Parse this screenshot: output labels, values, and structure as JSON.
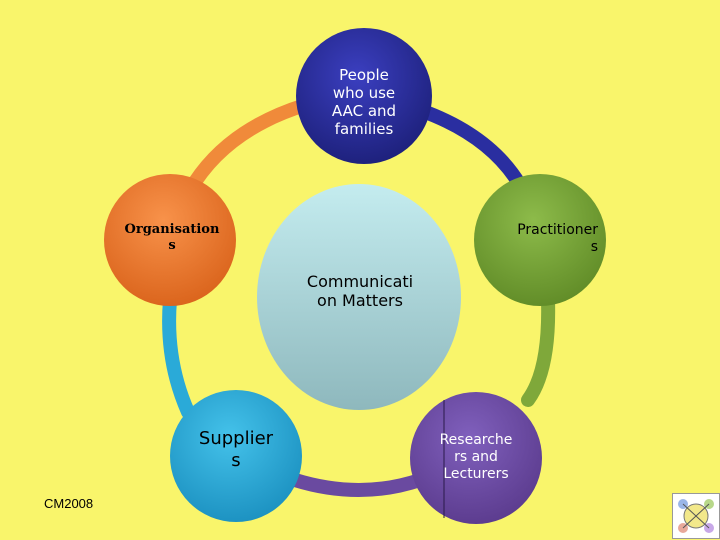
{
  "diagram": {
    "center": {
      "label": "Communicati\non  Matters"
    },
    "nodes": [
      {
        "label": "People\nwho use\nAAC and\nfamilies"
      },
      {
        "label": "Practitioner\ns"
      },
      {
        "label": "Researche\nrs and\nLecturers"
      },
      {
        "label": "Supplier\ns"
      },
      {
        "label": "Organisation\ns"
      }
    ],
    "colors": {
      "background": "#f9f56b",
      "people": "#2a2ea0",
      "practitioners": "#78a23a",
      "researchers": "#6a4aa0",
      "suppliers": "#2aaad8",
      "organisations": "#f07a26",
      "center": "#a6d4d8"
    }
  },
  "footer": {
    "text": "CM2008"
  },
  "logo": {
    "icon": "corner-logo-icon"
  }
}
